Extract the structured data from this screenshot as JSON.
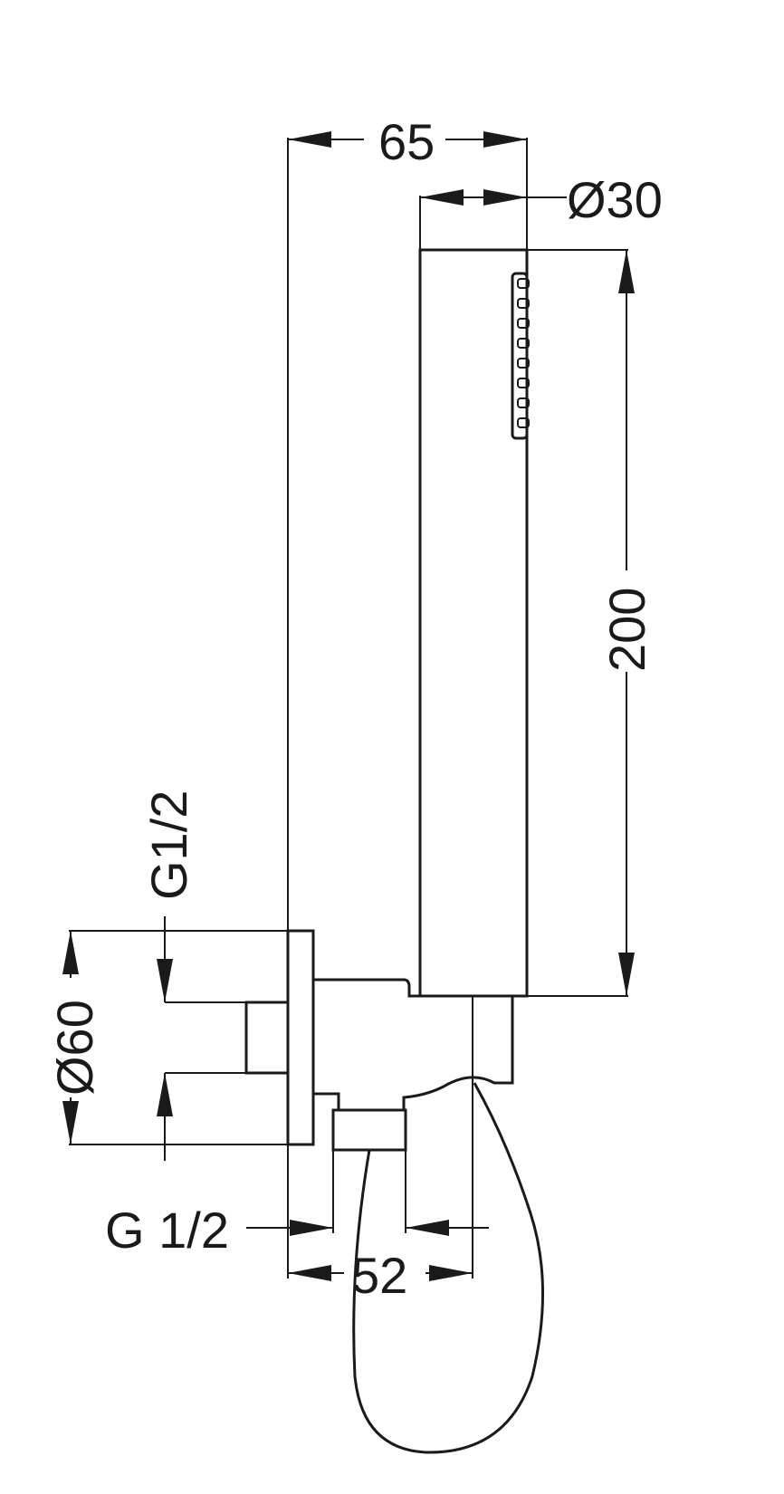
{
  "dimensions": {
    "width_65": "65",
    "diameter_30": "Ø30",
    "length_200": "200",
    "thread_top": "G1/2",
    "diameter_60": "Ø60",
    "thread_bottom": "G 1/2",
    "offset_52": "52"
  },
  "colors": {
    "line": "#1a1a1a",
    "background": "#ffffff"
  }
}
